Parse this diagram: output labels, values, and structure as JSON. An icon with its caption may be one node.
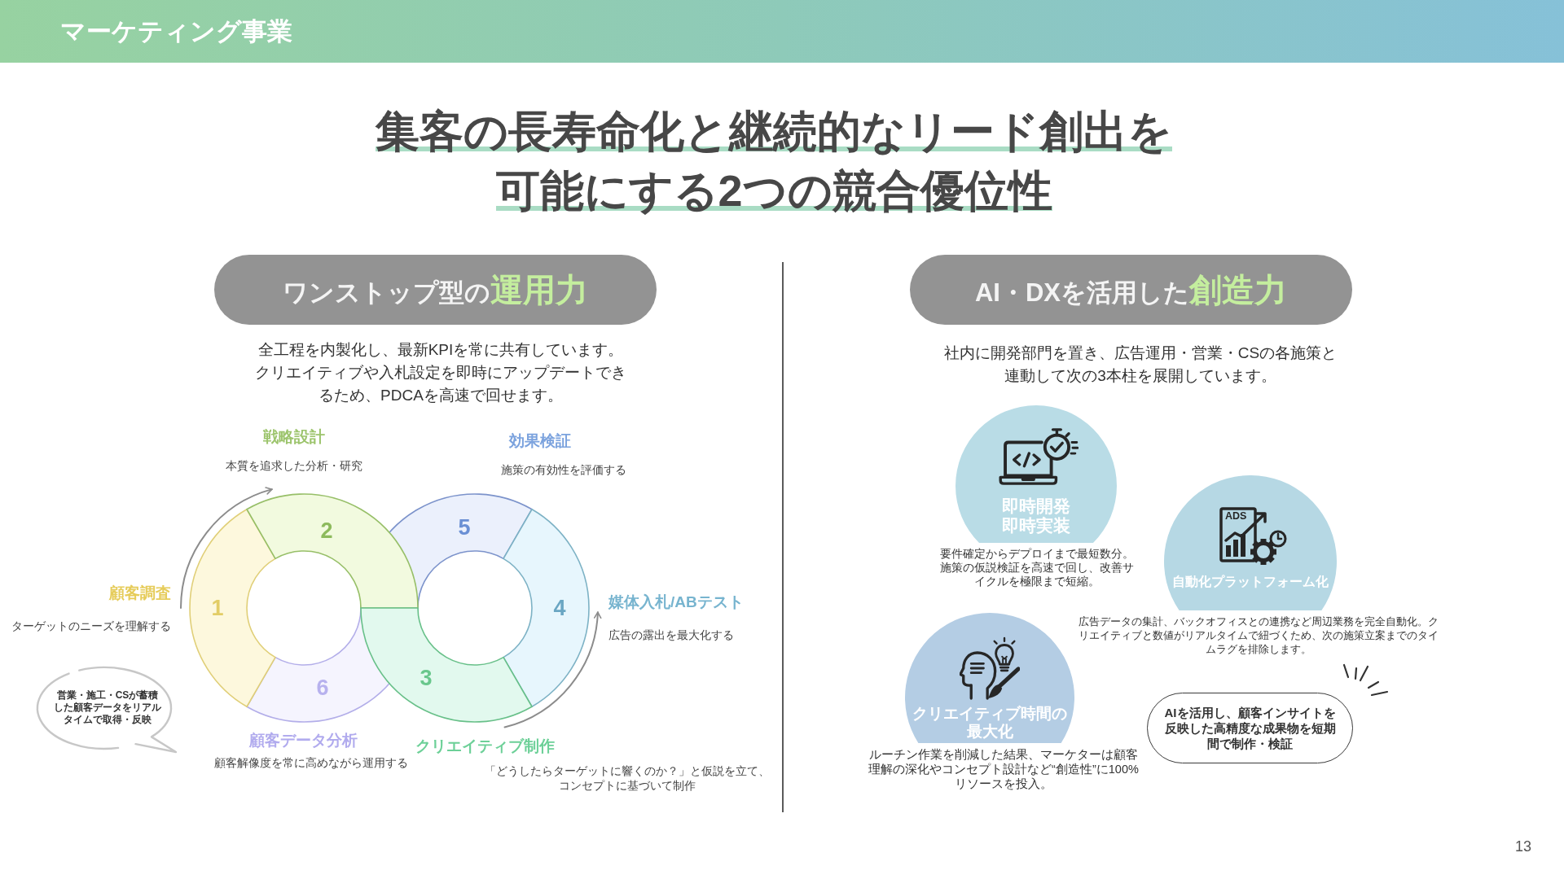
{
  "diagram": {
    "title": "集客の長寿命化と継続的なリード創出を可能にする2つの競合優位性",
    "nodes": [
      {
        "text": [
          "マーケティング事業"
        ]
      },
      {
        "text": [
          "ワンストップ型の**運用力**"
        ]
      },
      {
        "text": [
          "1"
        ],
        "beside": [
          "顧客調査",
          "ターゲットのニーズを理解する"
        ]
      },
      {
        "text": [
          "2"
        ],
        "beside": [
          "戦略設計",
          "本質を追求した分析・研究"
        ]
      },
      {
        "text": [
          "3"
        ],
        "beside": [
          "クリエイティブ制作",
          "「どうしたらターゲットに響くのか？」と仮説を立て、コンセプトに基づいて制作"
        ]
      },
      {
        "text": [
          "4"
        ],
        "beside": [
          "媒体入札/ABテスト",
          "広告の露出を最大化する"
        ]
      },
      {
        "text": [
          "5"
        ],
        "beside": [
          "効果検証",
          "施策の有効性を評価する"
        ]
      },
      {
        "text": [
          "6"
        ],
        "beside": [
          "顧客データ分析",
          "顧客解像度を常に高めながら運用する"
        ]
      },
      {
        "text": [
          "営業・施工・CSが蓄積した顧客データをリアルタイムで取得・反映"
        ]
      },
      {
        "text": [
          "AI・DXを活用した**創造力**"
        ]
      },
      {
        "text": [
          "即時開発即時実装"
        ],
        "beside": [
          "要件確定からデプロイまで最短数分。施策の仮説検証を高速で回し、改善サイクルを極限まで短縮。"
        ]
      },
      {
        "text": [
          "自動化プラットフォーム化"
        ],
        "beside": [
          "広告データの集計、バックオフィスとの連携など周辺業務を完全自動化。クリエイティブと数値がリアルタイムで紐づくため、次の施策立案までのタイムラグを排除します。"
        ]
      },
      {
        "text": [
          "クリエイティブ時間の最大化"
        ],
        "beside": [
          "ルーチン作業を削減した結果、マーケターは顧客理解の深化やコンセプト設計など“創造性”に100%リソースを投入。"
        ]
      },
      {
        "text": [
          "AIを活用し、顧客インサイトを反映した高精度な成果物を短期間で制作・検証"
        ]
      }
    ],
    "edges": [
      {
        "from": 2,
        "to": 3,
        "arrow": "to"
      },
      {
        "from": 4,
        "to": 5,
        "arrow": "to"
      }
    ],
    "labels": [
      "全工程を内製化し、最新KPIを常に共有しています。クリエイティブや入札設定を即時にアップデートできるため、PDCAを高速で回せます。",
      "社内に開発部門を置き、広告運用・営業・CSの各施策と連動して次の3本柱を展開しています。",
      "ADS",
      "13"
    ]
  }
}
